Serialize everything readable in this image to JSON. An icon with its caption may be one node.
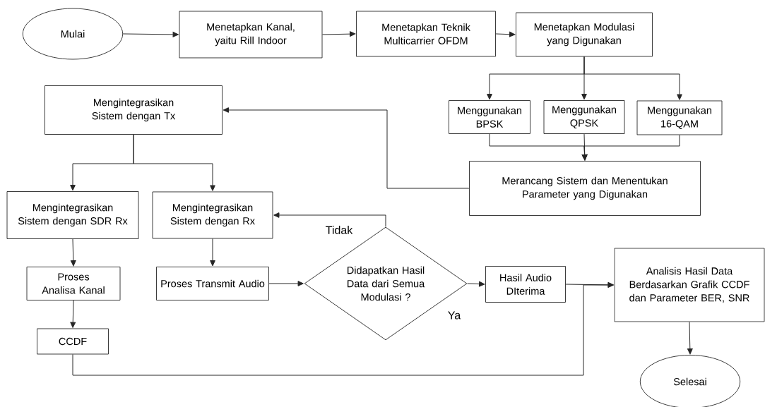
{
  "diagram": {
    "nodes": [
      {
        "text": [
          "Mulai"
        ]
      },
      {
        "text": [
          "Menetapkan Kanal, yaitu Rill Indoor"
        ]
      },
      {
        "text": [
          "Menetapkan Teknik Multicarrier OFDM"
        ]
      },
      {
        "text": [
          "Menetapkan Modulasi yang Digunakan"
        ]
      },
      {
        "text": [
          "Menggunakan BPSK"
        ]
      },
      {
        "text": [
          "Menggunakan QPSK"
        ]
      },
      {
        "text": [
          "Menggunakan 16-QAM"
        ]
      },
      {
        "text": [
          "Merancang Sistem dan Menentukan Parameter yang Digunakan"
        ]
      },
      {
        "text": [
          "Mengintegrasikan Sistem dengan Tx"
        ]
      },
      {
        "text": [
          "Mengintegrasikan Sistem dengan SDR Rx"
        ]
      },
      {
        "text": [
          "Mengintegrasikan Sistem dengan Rx"
        ]
      },
      {
        "text": [
          "Proses Analisa Kanal"
        ]
      },
      {
        "text": [
          "Proses Transmit Audio"
        ]
      },
      {
        "text": [
          "CCDF"
        ]
      },
      {
        "text": [
          "Didapatkan Hasil Data dari Semua Modulasi ?"
        ]
      },
      {
        "text": [
          "Hasil Audio DIterima"
        ]
      },
      {
        "text": [
          "Analisis Hasil Data Berdasarkan Grafik CCDF dan Parameter BER, SNR"
        ]
      },
      {
        "text": [
          "Selesai"
        ]
      }
    ],
    "edges": [
      {
        "from": 0,
        "to": 1,
        "arrow": "to"
      },
      {
        "from": 1,
        "to": 2,
        "arrow": "to"
      },
      {
        "from": 2,
        "to": 3,
        "arrow": "to"
      },
      {
        "from": 3,
        "to": 4,
        "arrow": "to"
      },
      {
        "from": 3,
        "to": 5,
        "arrow": "to"
      },
      {
        "from": 3,
        "to": 6,
        "arrow": "to"
      },
      {
        "from": 4,
        "to": 7,
        "arrow": "to"
      },
      {
        "from": 5,
        "to": 7,
        "arrow": "to"
      },
      {
        "from": 6,
        "to": 7,
        "arrow": "to"
      },
      {
        "from": 7,
        "to": 8,
        "arrow": "to"
      },
      {
        "from": 8,
        "to": 9,
        "arrow": "to"
      },
      {
        "from": 8,
        "to": 10,
        "arrow": "to"
      },
      {
        "from": 9,
        "to": 11,
        "arrow": "to"
      },
      {
        "from": 11,
        "to": 13,
        "arrow": "to"
      },
      {
        "from": 10,
        "to": 12,
        "arrow": "to"
      },
      {
        "from": 12,
        "to": 14,
        "arrow": "to"
      },
      {
        "from": 14,
        "to": 10,
        "arrow": "to",
        "label": "Tidak"
      },
      {
        "from": 14,
        "to": 15,
        "arrow": "to",
        "label": "Ya"
      },
      {
        "from": 15,
        "to": 16,
        "arrow": "to"
      },
      {
        "from": 13,
        "to": 16,
        "arrow": "to"
      },
      {
        "from": 16,
        "to": 17,
        "arrow": "to"
      }
    ]
  }
}
